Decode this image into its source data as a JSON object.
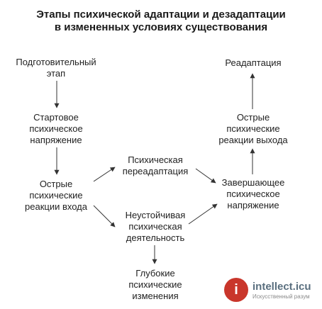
{
  "title": {
    "line1": "Этапы психической адаптации и дезадаптации",
    "line2": "в измененных условиях существования"
  },
  "nodes": {
    "preparatory": [
      "Подготовительный",
      "этап"
    ],
    "start_tension": [
      "Стартовое",
      "психическое",
      "напряжение"
    ],
    "acute_entry": [
      "Острые",
      "психические",
      "реакции входа"
    ],
    "readaptation_mid": [
      "Психическая",
      "переадаптация"
    ],
    "unstable_activity": [
      "Неустойчивая",
      "психическая",
      "деятельность"
    ],
    "deep_changes": [
      "Глубокие",
      "психические",
      "изменения"
    ],
    "final_tension": [
      "Завершающее",
      "психическое",
      "напряжение"
    ],
    "acute_exit": [
      "Острые",
      "психические",
      "реакции выхода"
    ],
    "readaptation": [
      "Реадаптация"
    ]
  },
  "watermark": {
    "badge": "i",
    "text": "intellect.icu",
    "sub": "Искусственный разум"
  },
  "colors": {
    "arrow": "#333333",
    "text": "#222222",
    "badge": "#c9362b"
  }
}
